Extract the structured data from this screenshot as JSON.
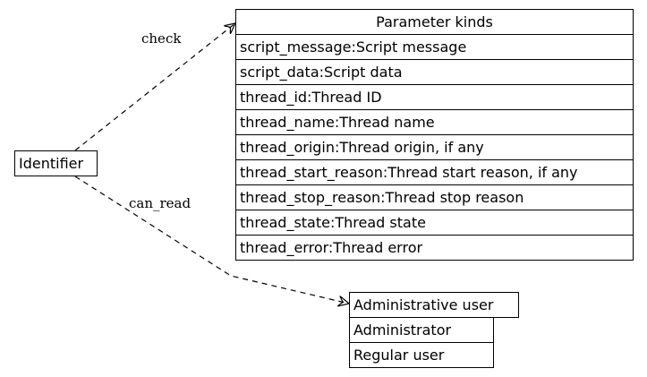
{
  "identifier": {
    "label": "Identifier"
  },
  "edges": {
    "check": {
      "label": "check"
    },
    "can_read": {
      "label": "can_read"
    }
  },
  "parameter_kinds": {
    "title": "Parameter kinds",
    "rows": [
      "script_message:Script message",
      "script_data:Script data",
      "thread_id:Thread ID",
      "thread_name:Thread name",
      "thread_origin:Thread origin, if any",
      "thread_start_reason:Thread start reason, if any",
      "thread_stop_reason:Thread stop reason",
      "thread_state:Thread state",
      "thread_error:Thread error"
    ]
  },
  "users": {
    "title": "Administrative user",
    "rows": [
      "Administrator",
      "Regular user"
    ]
  }
}
